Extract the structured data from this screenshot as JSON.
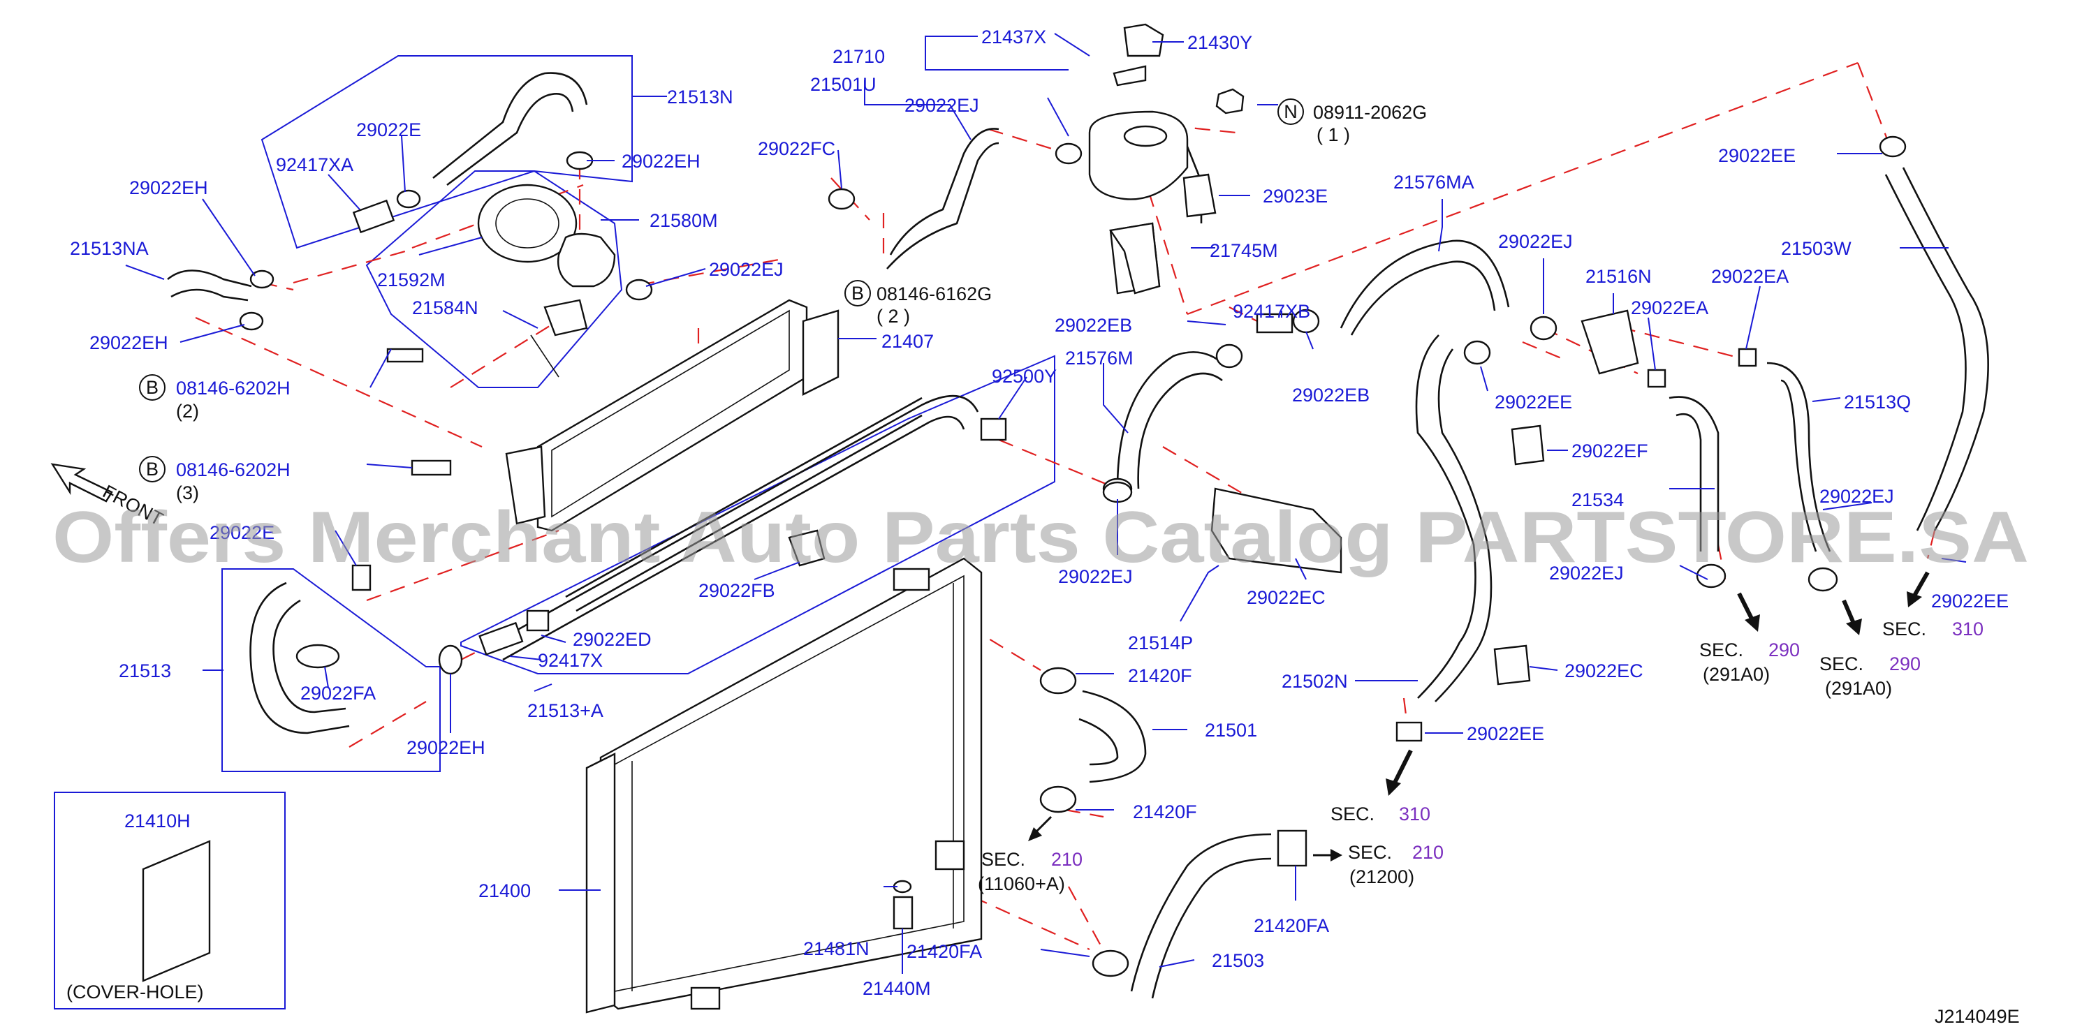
{
  "diagram": {
    "watermark": "Offers Merchant Auto Parts Catalog PARTSTORE.SA",
    "code": "J214049E",
    "front_label": "FRONT",
    "labels": [
      "21437X",
      "21430Y",
      "21710",
      "21501U",
      "29022EJ",
      "29022FC",
      "08911-2062G",
      "( 1 )",
      "29022EE",
      "21513N",
      "29022E",
      "92417XA",
      "29022EH",
      "21580M",
      "29022EH",
      "21513NA",
      "21592M",
      "29022EJ",
      "21584N",
      "29022EH",
      "08146-6162G",
      "( 2 )",
      "21407",
      "08146-6202H",
      "(2)",
      "08146-6202H",
      "(3)",
      "29022E",
      "21513",
      "29022FA",
      "29022EH",
      "29022FB",
      "92500Y",
      "29022ED",
      "92417X",
      "21513+A",
      "21410H",
      "(COVER-HOLE)",
      "21400",
      "21481N",
      "21440M",
      "21420FA",
      "21420F",
      "21501",
      "21420F",
      "11060+A",
      "21503",
      "21420FA",
      "21200",
      "29023E",
      "21745M",
      "21576MA",
      "29022EJ",
      "21516N",
      "29022EA",
      "21503W",
      "29022EA",
      "29022EB",
      "92417XB",
      "29022EB",
      "21576M",
      "29022EE",
      "21513Q",
      "29022EF",
      "21534",
      "29022EJ",
      "29022EJ",
      "29022EC",
      "29022EJ",
      "29022EE",
      "21514P",
      "29022EC",
      "21502N",
      "29022EE",
      "SEC.",
      "290",
      "(291A0)",
      "SEC.",
      "310",
      "SEC.",
      "290",
      "(291A0)",
      "SEC.",
      "310",
      "SEC.",
      "210",
      "(11060+A)",
      "SEC.",
      "210",
      "(21200)"
    ],
    "symbols": [
      "N",
      "B",
      "B",
      "B"
    ]
  }
}
